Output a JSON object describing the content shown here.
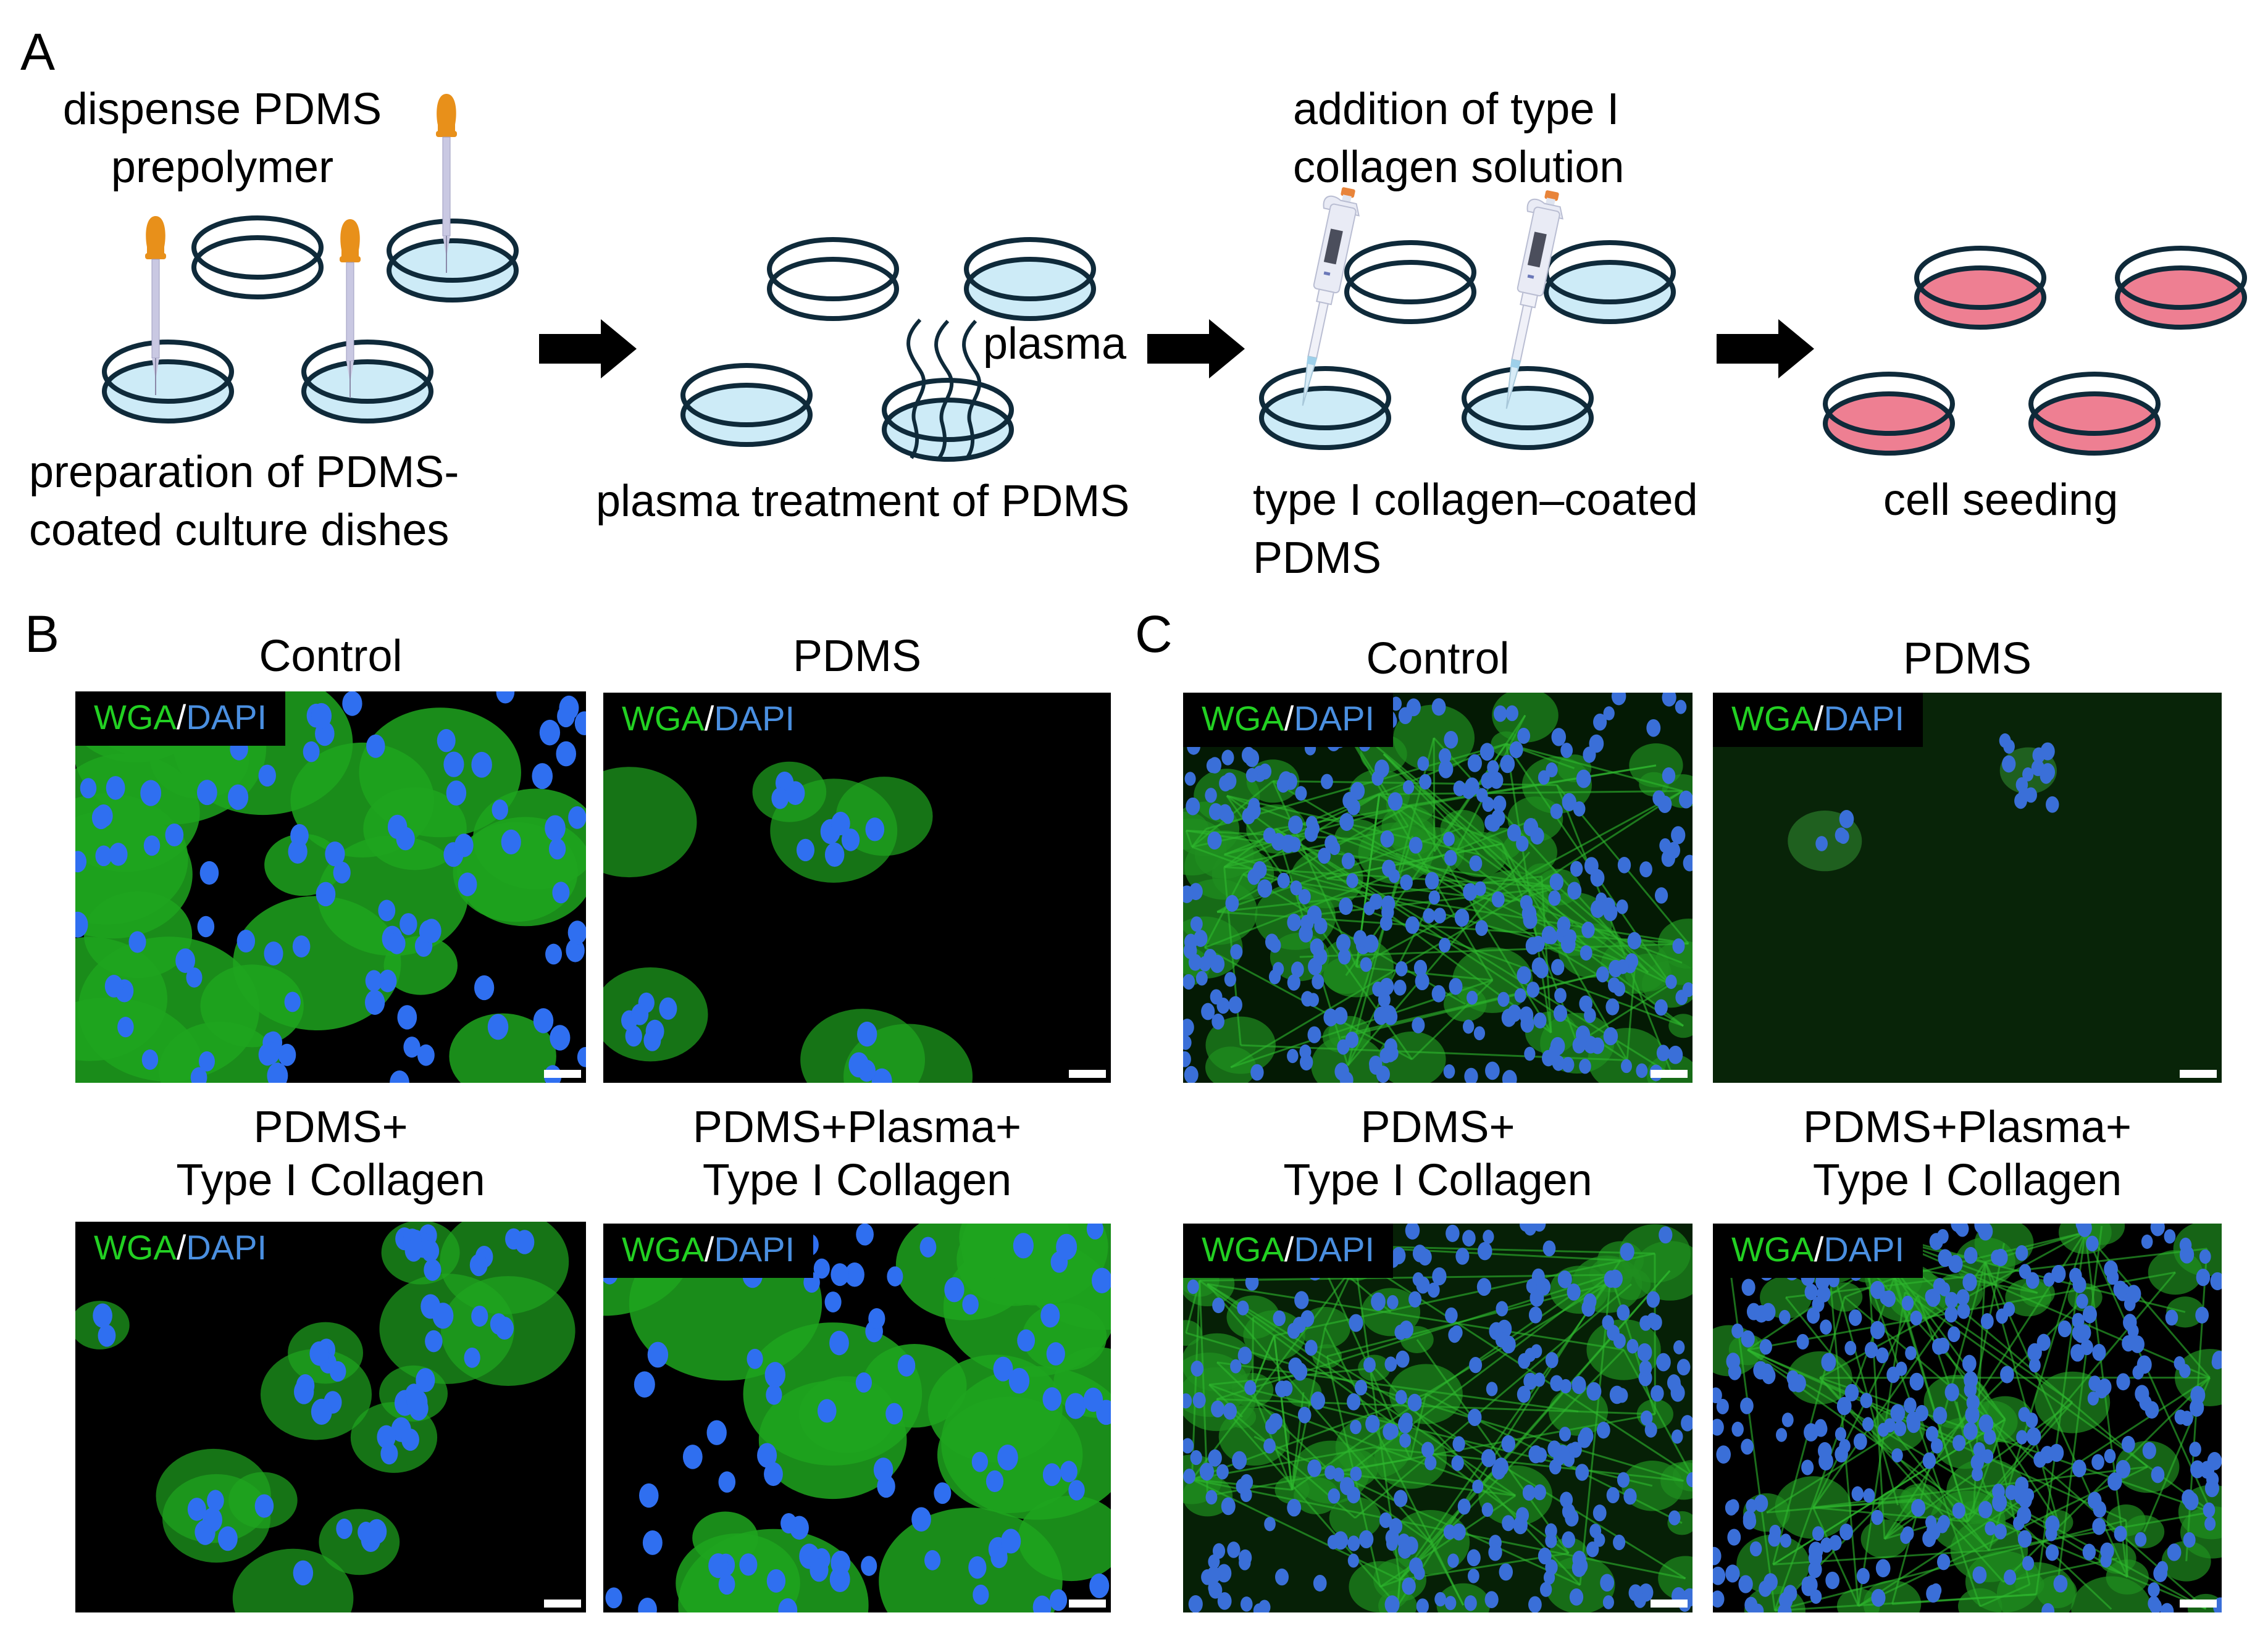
{
  "panel_a": {
    "letter": "A",
    "steps": [
      {
        "top_caption_lines": [
          "dispense PDMS",
          "prepolymer"
        ],
        "bottom_caption_lines": [
          "preparation of PDMS-",
          "coated culture dishes"
        ],
        "dish_fill": "#CDEBF7",
        "tool": "dropper"
      },
      {
        "side_label": "plasma",
        "bottom_caption_lines": [
          "plasma treatment of PDMS"
        ],
        "dish_fill": "#CDEBF7",
        "tool": "plasma-waves"
      },
      {
        "top_caption_lines": [
          "addition of type I",
          "collagen solution"
        ],
        "bottom_caption_lines": [
          "type I collagen–coated",
          "PDMS"
        ],
        "dish_fill": "#CDEBF7",
        "tool": "micropipette"
      },
      {
        "bottom_caption_lines": [
          "cell seeding"
        ],
        "dish_fill": "#EE7F92",
        "tool": "none"
      }
    ],
    "colors": {
      "dish_outline": "#0F2A3A",
      "dish_blue": "#CDEBF7",
      "dish_pink": "#EE7F92",
      "dropper_bulb": "#E8901A",
      "dropper_stem": "#C9C8E2",
      "arrow": "#000000"
    }
  },
  "panel_b": {
    "letter": "B",
    "images": [
      {
        "title_lines": [
          "Control"
        ],
        "stain_wga": "WGA",
        "stain_sep": "/",
        "stain_dapi": "DAPI"
      },
      {
        "title_lines": [
          "PDMS"
        ],
        "stain_wga": "WGA",
        "stain_sep": "/",
        "stain_dapi": "DAPI"
      },
      {
        "title_lines": [
          "PDMS+",
          "Type I Collagen"
        ],
        "stain_wga": "WGA",
        "stain_sep": "/",
        "stain_dapi": "DAPI"
      },
      {
        "title_lines": [
          "PDMS+Plasma+",
          "Type I Collagen"
        ],
        "stain_wga": "WGA",
        "stain_sep": "/",
        "stain_dapi": "DAPI"
      }
    ]
  },
  "panel_c": {
    "letter": "C",
    "images": [
      {
        "title_lines": [
          "Control"
        ],
        "stain_wga": "WGA",
        "stain_sep": "/",
        "stain_dapi": "DAPI"
      },
      {
        "title_lines": [
          "PDMS"
        ],
        "stain_wga": "WGA",
        "stain_sep": "/",
        "stain_dapi": "DAPI"
      },
      {
        "title_lines": [
          "PDMS+",
          "Type I Collagen"
        ],
        "stain_wga": "WGA",
        "stain_sep": "/",
        "stain_dapi": "DAPI"
      },
      {
        "title_lines": [
          "PDMS+Plasma+",
          "Type I Collagen"
        ],
        "stain_wga": "WGA",
        "stain_sep": "/",
        "stain_dapi": "DAPI"
      }
    ]
  },
  "colors": {
    "wga_green": "#22D022",
    "dapi_blue": "#4A8FE0",
    "cell_green": "#2FBF2F",
    "nucleus_blue": "#2F6FF0",
    "scale_bar": "#FFFFFF"
  }
}
